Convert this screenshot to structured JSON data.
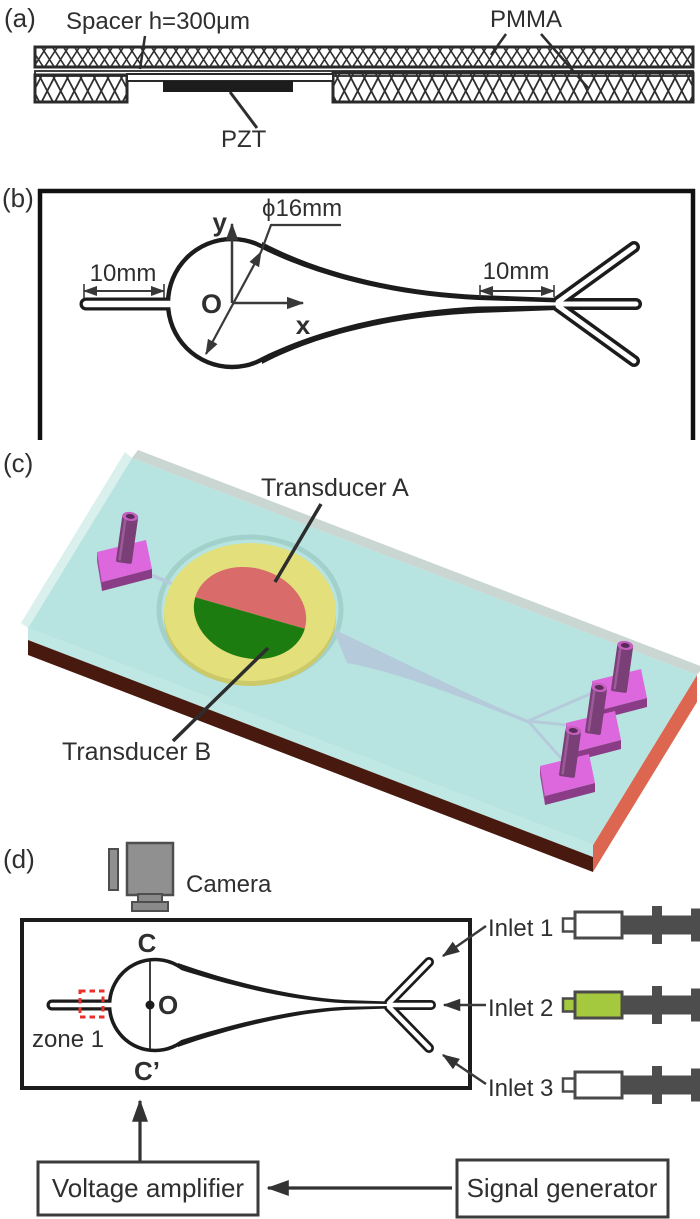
{
  "figure": {
    "panel_a": {
      "tag": "(a)",
      "spacer_label": "Spacer h=300μm",
      "pmma_label": "PMMA",
      "pzt_label": "PZT"
    },
    "panel_b": {
      "tag": "(b)",
      "dim_left": "10mm",
      "dim_right": "10mm",
      "diameter_label": "ϕ16mm",
      "axis_y": "y",
      "axis_x": "x",
      "origin": "O"
    },
    "panel_c": {
      "tag": "(c)",
      "transducer_a": "Transducer A",
      "transducer_b": "Transducer B"
    },
    "panel_d": {
      "tag": "(d)",
      "camera_label": "Camera",
      "section_top": "C",
      "section_bottom": "C’",
      "origin": "O",
      "zone_label": "zone 1",
      "inlet1": "Inlet 1",
      "inlet2": "Inlet 2",
      "inlet3": "Inlet 3",
      "amplifier_label": "Voltage amplifier",
      "generator_label": "Signal generator"
    },
    "colors": {
      "chip_cyan": "#b7e4e0",
      "chip_edge_light": "#c9d6d2",
      "side_maroon": "#48190f",
      "side_salmon": "#dd6650",
      "ring_yellow": "#e3e07c",
      "transducer_a_red": "#d96b6b",
      "transducer_b_green": "#1d7c10",
      "port_magenta": "#dd68dd",
      "tube_purple": "#7b3f78",
      "channel_gray": "#b5cbdb",
      "zone_red": "#e8312b",
      "syringe_green": "#a5c93e",
      "ink": "#1c1c1c"
    },
    "syringe2_style": "--barrel:#a5c93e;--nozzle:#a5c93e"
  }
}
